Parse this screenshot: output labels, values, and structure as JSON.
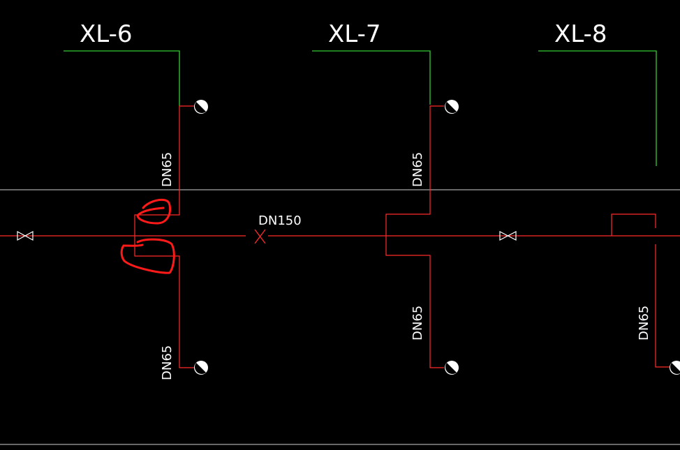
{
  "colors": {
    "background": "#000000",
    "pipe": "#ff2a2a",
    "riser": "#33cc33",
    "grid": "#d0d0d0",
    "text": "#ffffff",
    "annotation": "#ff1a1a"
  },
  "risers": [
    {
      "label": "XL-6"
    },
    {
      "label": "XL-7"
    },
    {
      "label": "XL-8"
    }
  ],
  "main_pipe": {
    "label": "DN150"
  },
  "branch_labels": [
    "DN65",
    "DN65",
    "DN65",
    "DN65",
    "DN65"
  ]
}
